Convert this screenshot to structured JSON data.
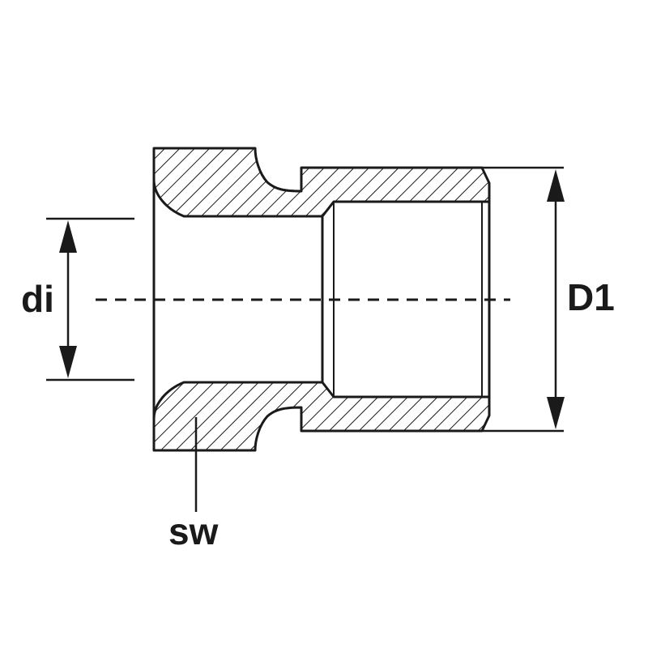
{
  "labels": {
    "inner_diameter": "di",
    "outer_diameter": "D1",
    "wrench_size": "sw"
  },
  "colors": {
    "ink": "#1a1a1a",
    "background": "#ffffff"
  }
}
